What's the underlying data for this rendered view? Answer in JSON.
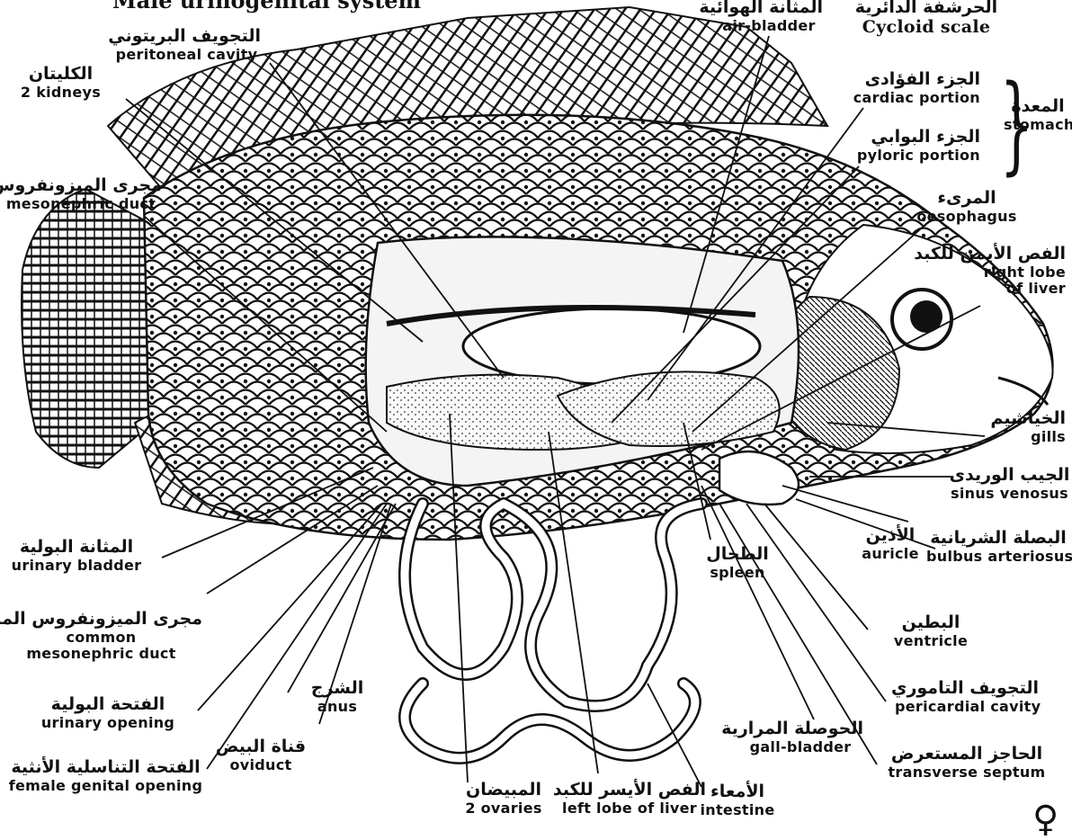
{
  "heading": "Male urinogenital system",
  "labels": {
    "peritoneal_cavity": {
      "ar": "التجويف البريتوني",
      "en": "peritoneal cavity"
    },
    "kidneys": {
      "ar": "الكليتان",
      "en": "2 kidneys"
    },
    "mesonephric_duct": {
      "ar": "مجرى الميزونفروس",
      "en": "mesonephric duct"
    },
    "air_bladder": {
      "ar": "المثانة الهوائية",
      "en": "air-bladder"
    },
    "cycloid_scale": {
      "ar": "الحرشفة الدائرية",
      "en": "Cycloid scale"
    },
    "cardiac_portion": {
      "ar": "الجزء الفؤادى",
      "en": "cardiac portion"
    },
    "pyloric_portion": {
      "ar": "الجزء البوابي",
      "en": "pyloric portion"
    },
    "stomach": {
      "ar": "المعدة",
      "en": "stomach"
    },
    "oesophagus": {
      "ar": "المرىء",
      "en": "oesophagus"
    },
    "right_lobe_liver": {
      "ar": "الفص الأيمن للكبد",
      "en1": "right lobe",
      "en2": "of liver"
    },
    "gills": {
      "ar": "الخياشيم",
      "en": "gills"
    },
    "sinus_venosus": {
      "ar": "الجيب الوريدى",
      "en": "sinus venosus"
    },
    "auricle": {
      "ar": "الأذين",
      "en": "auricle"
    },
    "bulbus_arteriosus": {
      "ar": "البصلة الشريانية",
      "en": "bulbus arteriosus"
    },
    "ventricle": {
      "ar": "البطين",
      "en": "ventricle"
    },
    "pericardial_cavity": {
      "ar": "التجويف التاموري",
      "en": "pericardial cavity"
    },
    "transverse_septum": {
      "ar": "الحاجز المستعرض",
      "en": "transverse septum"
    },
    "gall_bladder": {
      "ar": "الحوصلة المرارية",
      "en": "gall-bladder"
    },
    "spleen": {
      "ar": "الطحال",
      "en": "spleen"
    },
    "intestine": {
      "ar": "الأمعاء",
      "en": "intestine"
    },
    "left_lobe_liver": {
      "ar": "الفص الأيسر للكبد",
      "en": "left lobe of liver"
    },
    "ovaries": {
      "ar": "المبيضان",
      "en": "2 ovaries"
    },
    "oviduct": {
      "ar": "قناة البيض",
      "en": "oviduct"
    },
    "anus": {
      "ar": "الشرج",
      "en": "anus"
    },
    "female_genital_opening": {
      "ar": "الفتحة التناسلية الأنثية",
      "en": "female genital opening"
    },
    "urinary_opening": {
      "ar": "الفتحة البولية",
      "en": "urinary opening"
    },
    "common_mesonephric_duct": {
      "ar": "مجرى الميزونفروس المشترك",
      "en1": "common",
      "en2": "mesonephric duct"
    },
    "urinary_bladder": {
      "ar": "المثانة البولية",
      "en": "urinary bladder"
    }
  },
  "female_symbol": "♀",
  "colors": {
    "ink": "#111111",
    "paper": "#ffffff",
    "cavity": "#f4f4f4"
  }
}
